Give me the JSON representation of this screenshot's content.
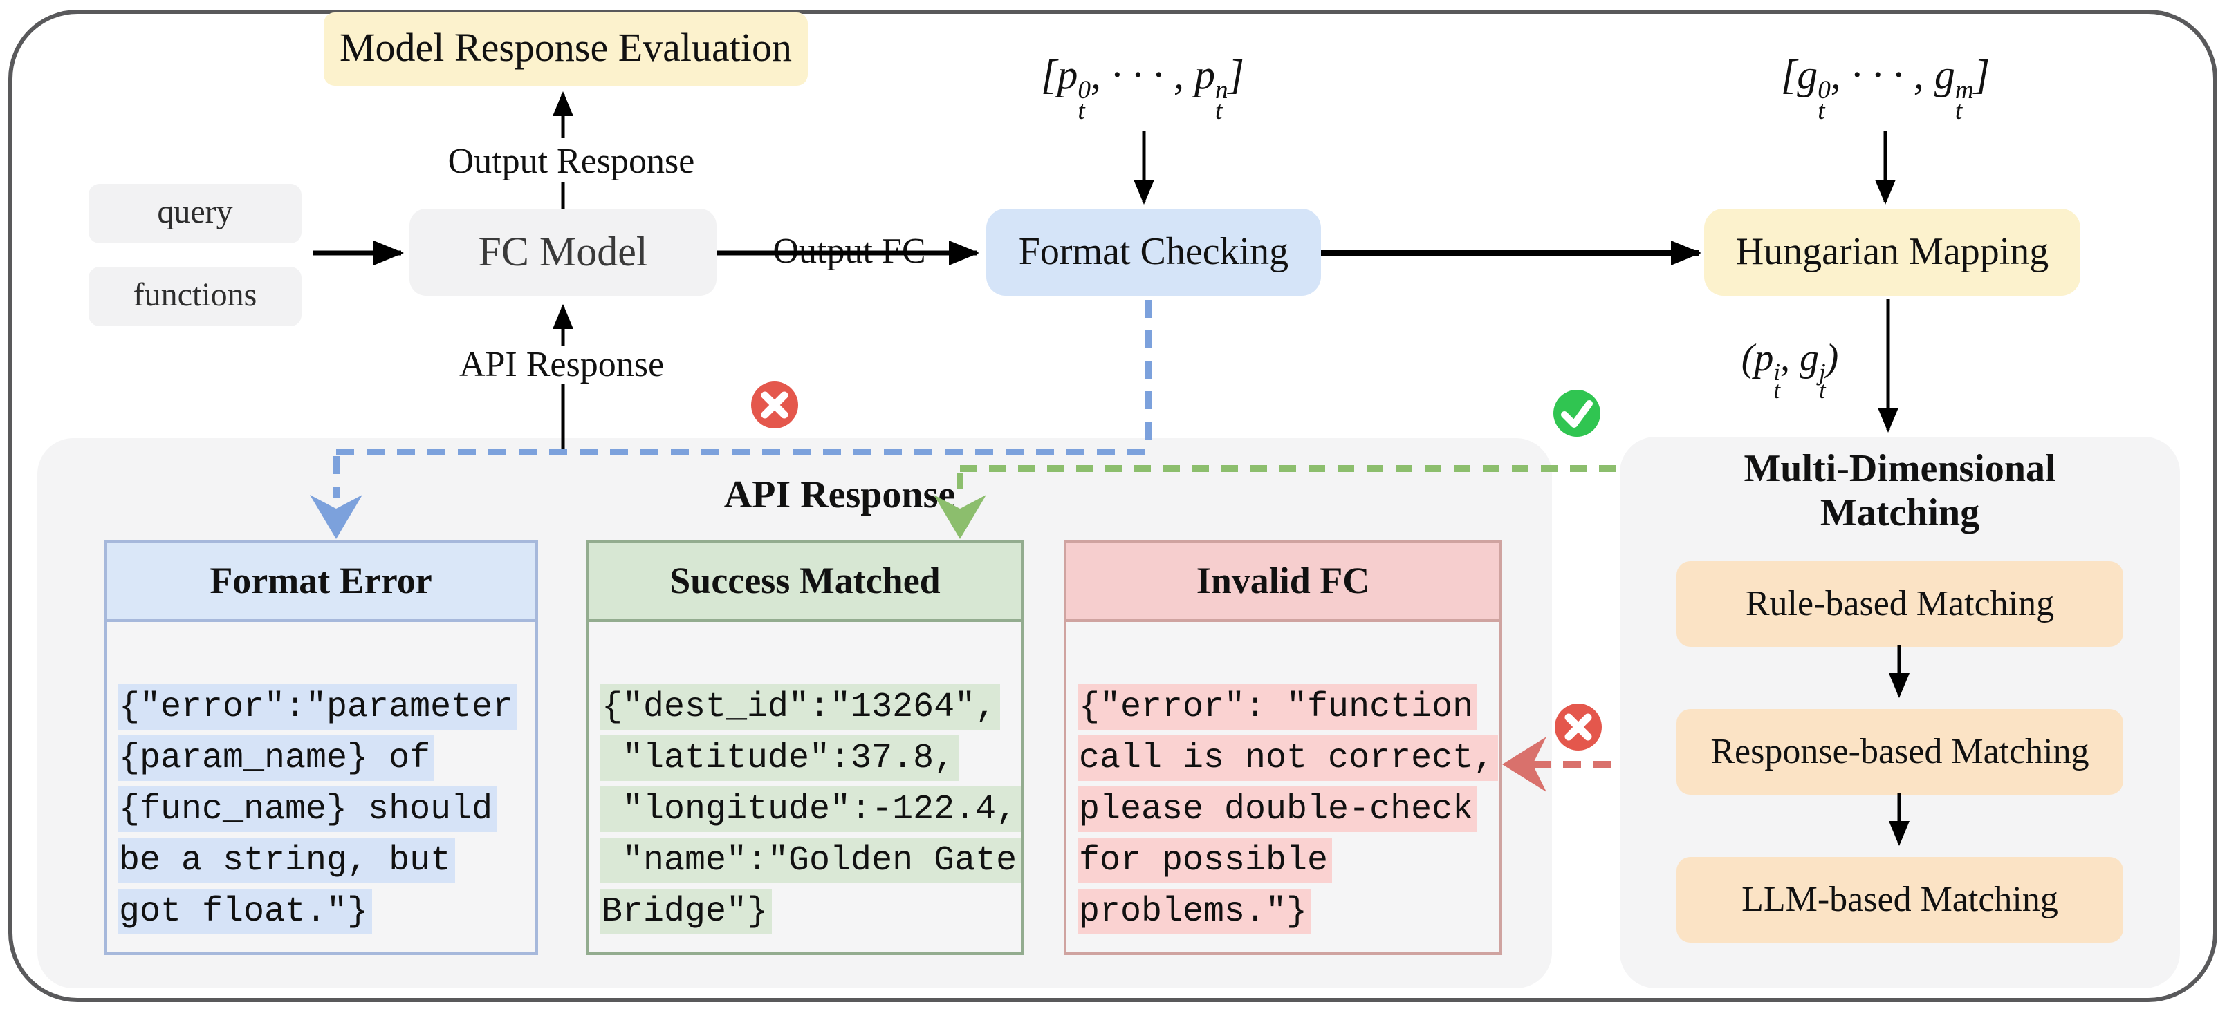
{
  "top": {
    "model_response_evaluation": "Model Response Evaluation",
    "output_response_label": "Output Response",
    "query_label": "query",
    "functions_label": "functions",
    "fc_model_label": "FC Model",
    "output_fc_label": "Output FC",
    "format_checking_label": "Format Checking",
    "hungarian_mapping_label": "Hungarian Mapping",
    "api_response_flow_label": "API Response",
    "predictions_math": "[p^{0}_{t}, · · · , p^{n}_{t}]",
    "golds_math": "[g^{0}_{t}, · · · , g^{m}_{t}]",
    "pair_math": "(p^{i}_{t}, g^{j}_{t})"
  },
  "api_response_panel": {
    "title": "API Response",
    "cards": [
      {
        "title": "Format Error",
        "code": [
          "{\"error\":\"parameter",
          "{param_name} of",
          "{func_name} should",
          "be a string, but",
          "got float.\"}"
        ]
      },
      {
        "title": "Success Matched",
        "code": [
          "{\"dest_id\":\"13264\",",
          " \"latitude\":37.8,",
          " \"longitude\":-122.4,",
          " \"name\":\"Golden Gate",
          "Bridge\"}"
        ]
      },
      {
        "title": "Invalid FC",
        "code": [
          "{\"error\": \"function",
          "call is not correct,",
          "please double-check",
          "for possible",
          "problems.\"}"
        ]
      }
    ]
  },
  "matching_panel": {
    "title_line1": "Multi-Dimensional",
    "title_line2": "Matching",
    "steps": [
      "Rule-based Matching",
      "Response-based Matching",
      "LLM-based Matching"
    ]
  },
  "icons": {
    "format_error_path_icon": "cross-icon",
    "success_path_icon": "check-icon",
    "invalid_fc_path_icon": "cross-icon"
  },
  "colors": {
    "highlight_yellow": "#fcf2cd",
    "box_gray": "#f2f2f3",
    "box_blue": "#d5e4f8",
    "step_orange": "#fbe3c5",
    "panel_gray": "#f4f4f5",
    "dashed_blue": "#7ca1dc",
    "dashed_green": "#8cbe6d",
    "dashed_red": "#d9716c",
    "icon_red": "#e4574c",
    "icon_green": "#30c551",
    "frame_gray": "#59595b"
  }
}
